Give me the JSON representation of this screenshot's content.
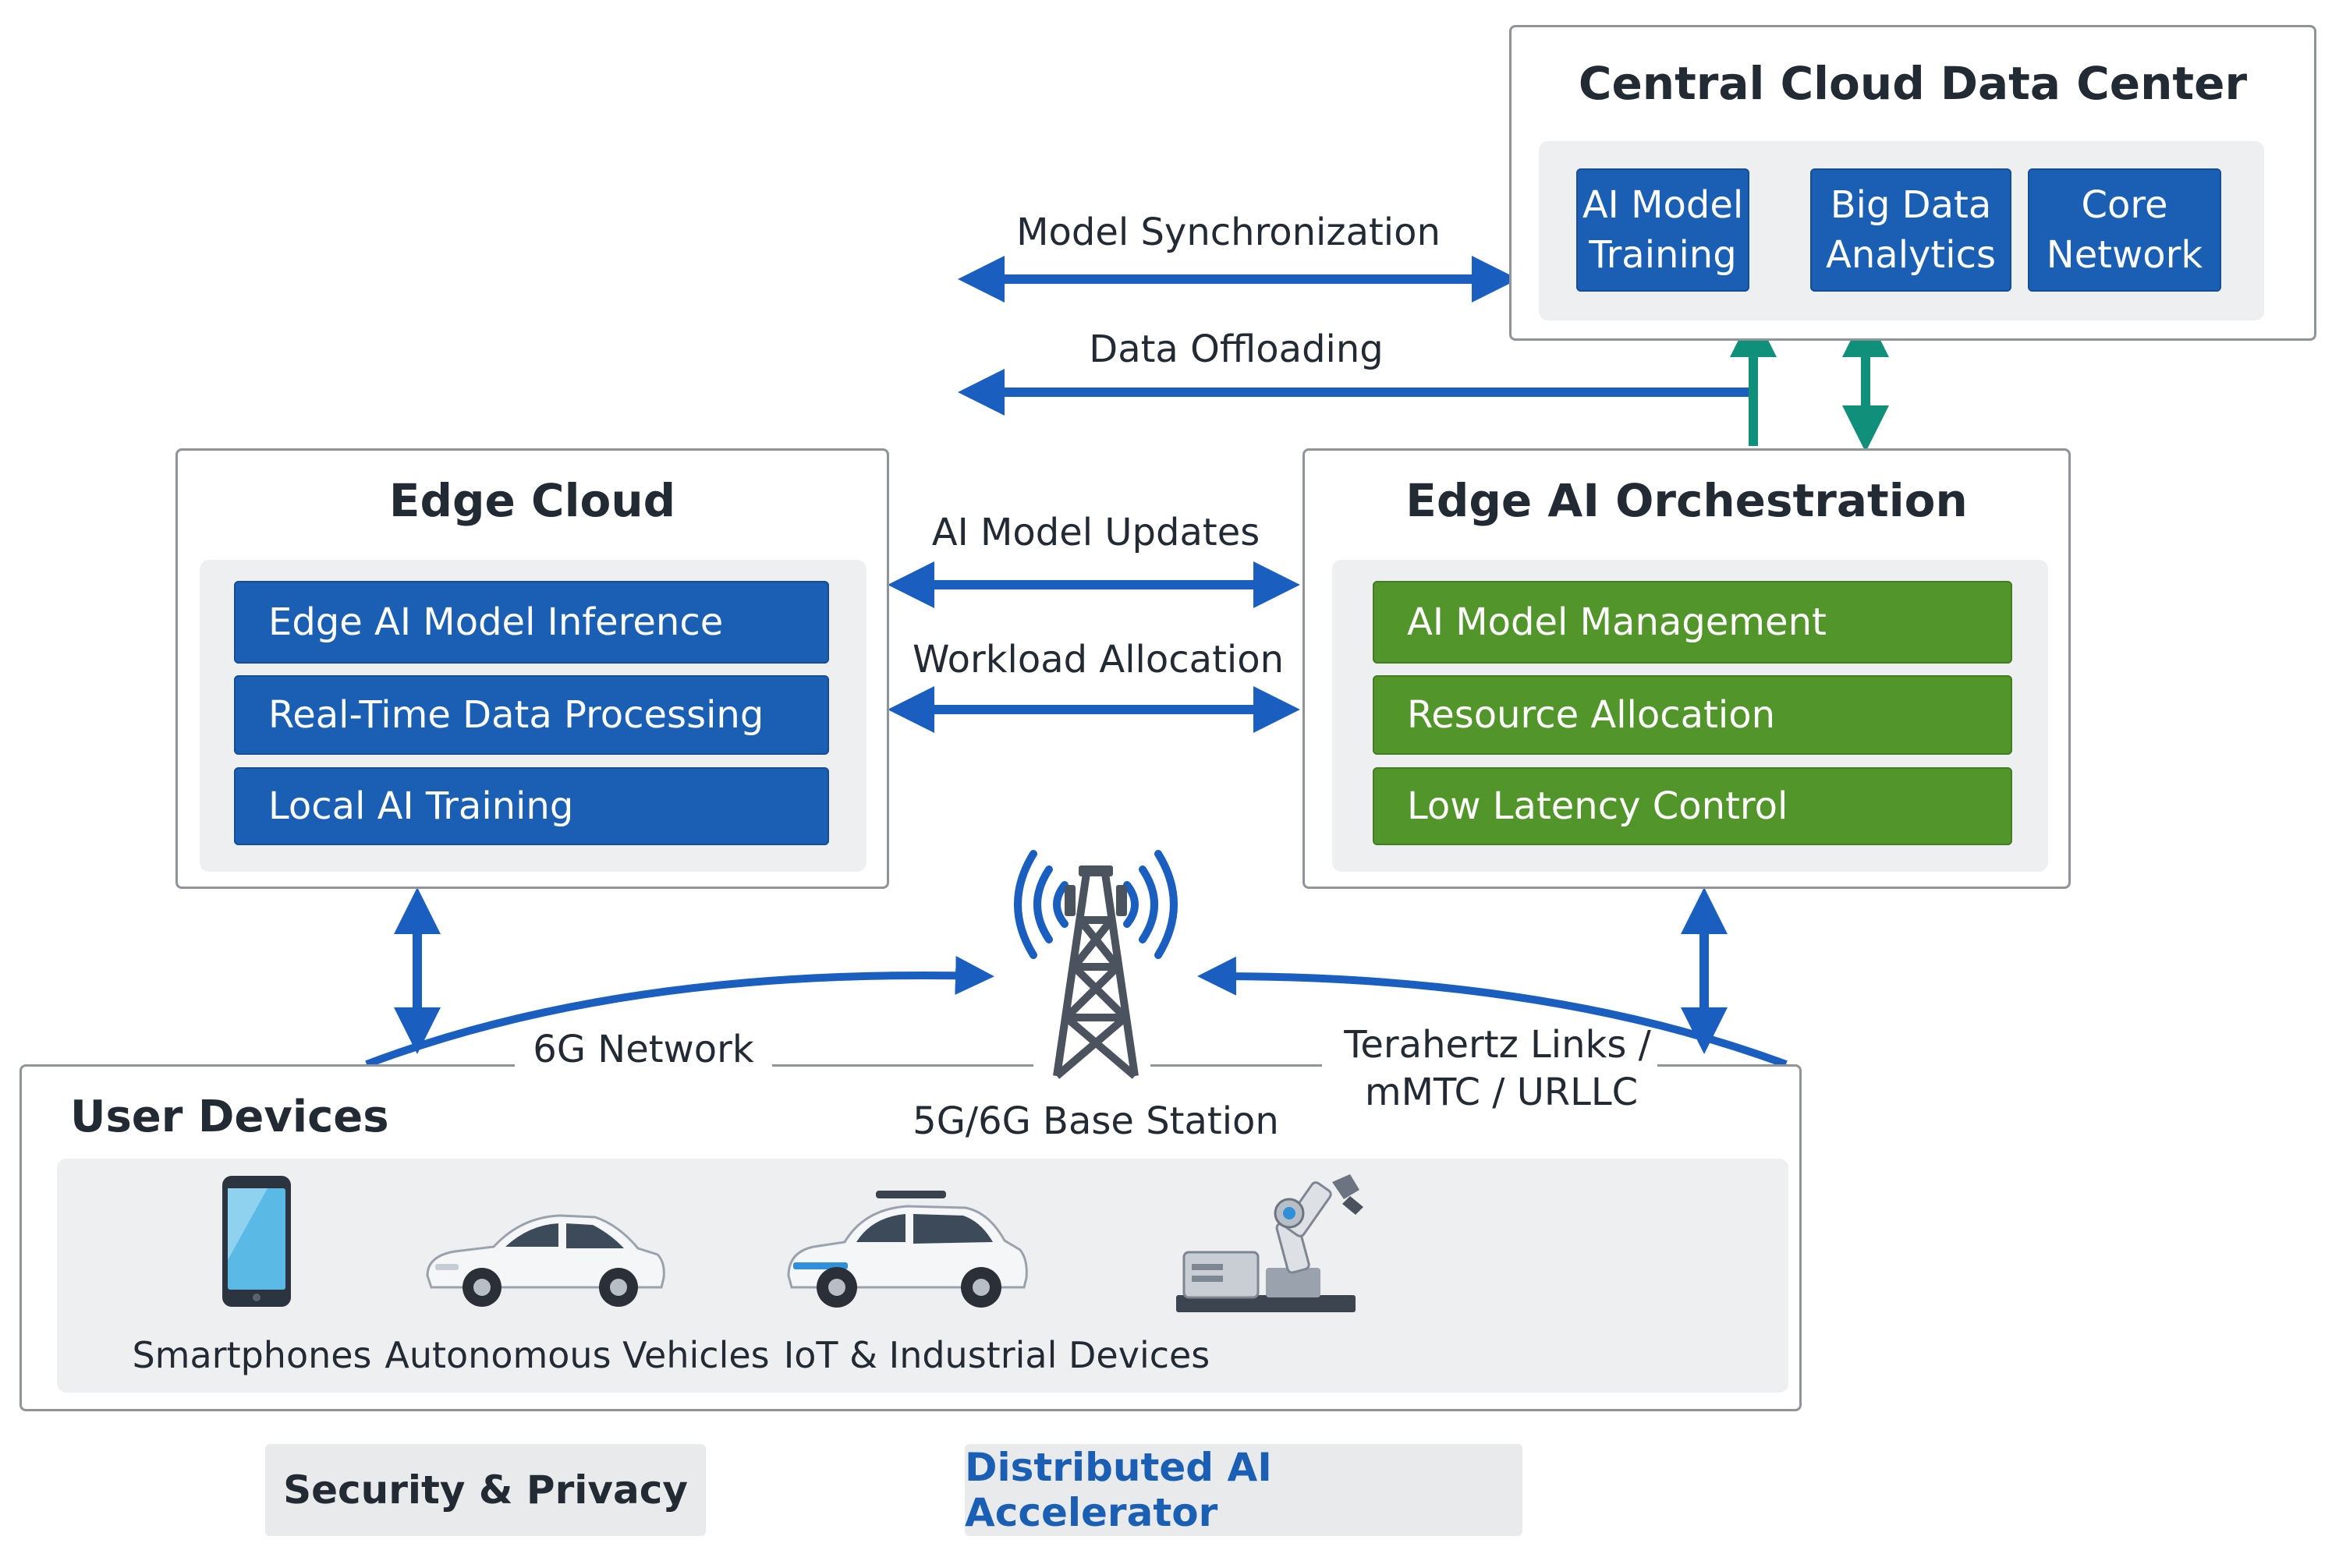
{
  "central_cloud": {
    "title": "Central Cloud Data Center",
    "modules": [
      "AI Model Training",
      "Big Data Analytics",
      "Core Network"
    ]
  },
  "edge_cloud": {
    "title": "Edge Cloud",
    "modules": [
      "Edge AI Model Inference",
      "Real-Time Data Processing",
      "Local AI Training"
    ]
  },
  "edge_orchestration": {
    "title": "Edge AI Orchestration",
    "modules": [
      "AI Model Management",
      "Resource Allocation",
      "Low Latency Control"
    ]
  },
  "links": {
    "model_sync": "Model Synchronization",
    "data_offloading": "Data Offloading",
    "model_updates": "AI Model Updates",
    "workload_allocation": "Workload Allocation",
    "network_6g": "6G Network",
    "base_station": "5G/6G Base Station",
    "terahertz_line1": "Terahertz Links /",
    "terahertz_line2": "mMTC / URLLC"
  },
  "user_devices": {
    "title": "User Devices",
    "items": [
      "Smartphones",
      "Autonomous Vehicles",
      "IoT & Industrial Devices"
    ]
  },
  "footer": {
    "security": "Security & Privacy",
    "accelerator": "Distributed AI Accelerator"
  },
  "colors": {
    "module_blue": "#1a5fb4",
    "module_green": "#52962b",
    "arrow_blue": "#1a5fc0",
    "arrow_teal": "#10907a",
    "accent_text_blue": "#1a5fb4"
  }
}
